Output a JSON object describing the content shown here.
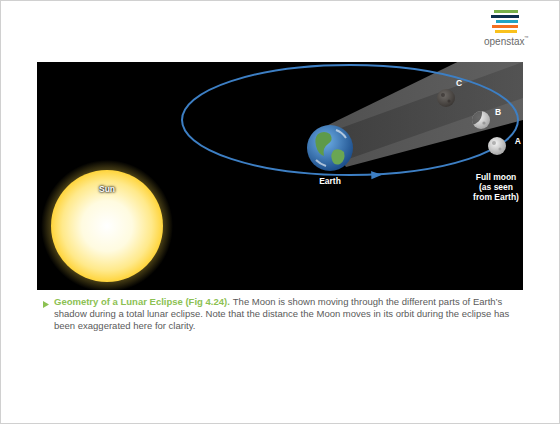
{
  "diagram": {
    "title": "Geometry of a Lunar Eclipse (Fig 4.24).",
    "caption": "The Moon is shown moving through the different parts of Earth’s shadow during a total lunar eclipse. Note that the distance the Moon moves in its orbit during the eclipse has been exaggerated here for clarity.",
    "nodes": [
      {
        "text": [
          "Sun"
        ]
      },
      {
        "text": [
          "Earth"
        ]
      },
      {
        "text": [
          "C"
        ]
      },
      {
        "text": [
          "B"
        ]
      },
      {
        "text": [
          "A",
          "Full moon (as seen from Earth)"
        ]
      }
    ],
    "labels": [
      "openstax",
      "™"
    ]
  }
}
